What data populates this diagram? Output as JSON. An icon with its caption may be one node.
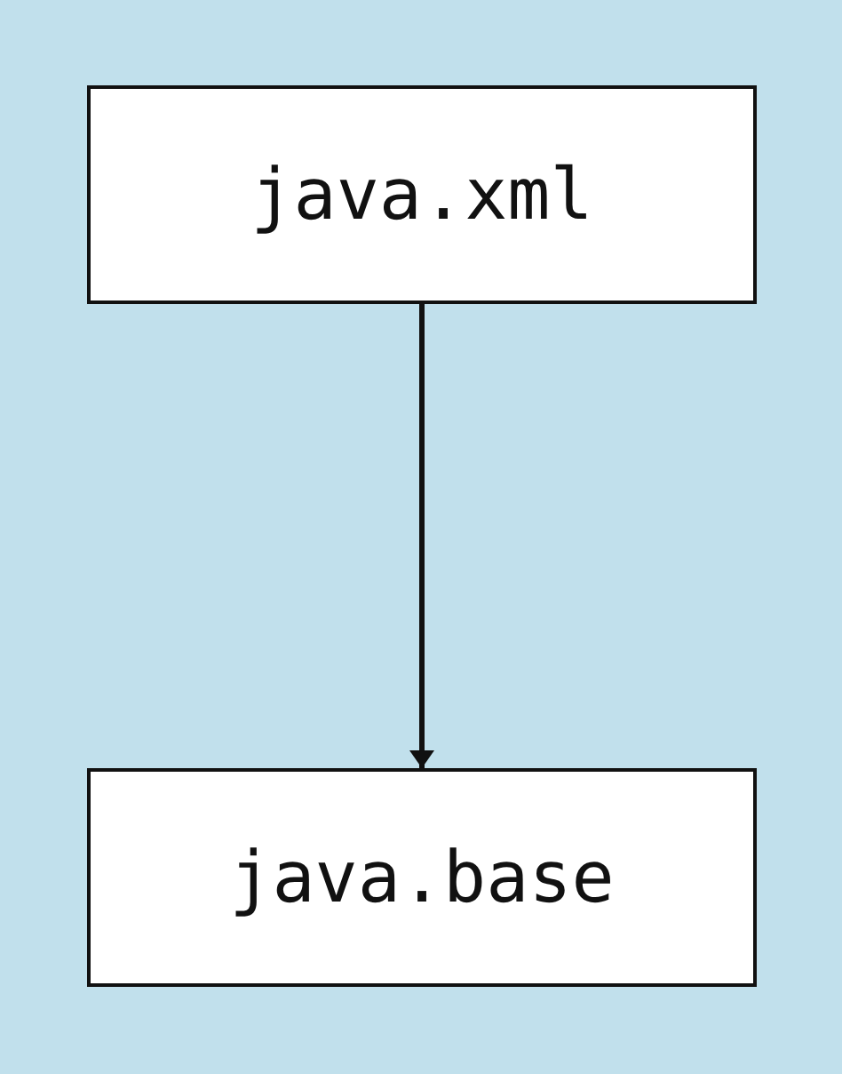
{
  "diagram": {
    "nodes": [
      {
        "text": [
          "java.xml"
        ]
      },
      {
        "text": [
          "java.base"
        ]
      }
    ],
    "edges": [
      {
        "from": 0,
        "to": 1,
        "arrow": "to"
      }
    ]
  }
}
